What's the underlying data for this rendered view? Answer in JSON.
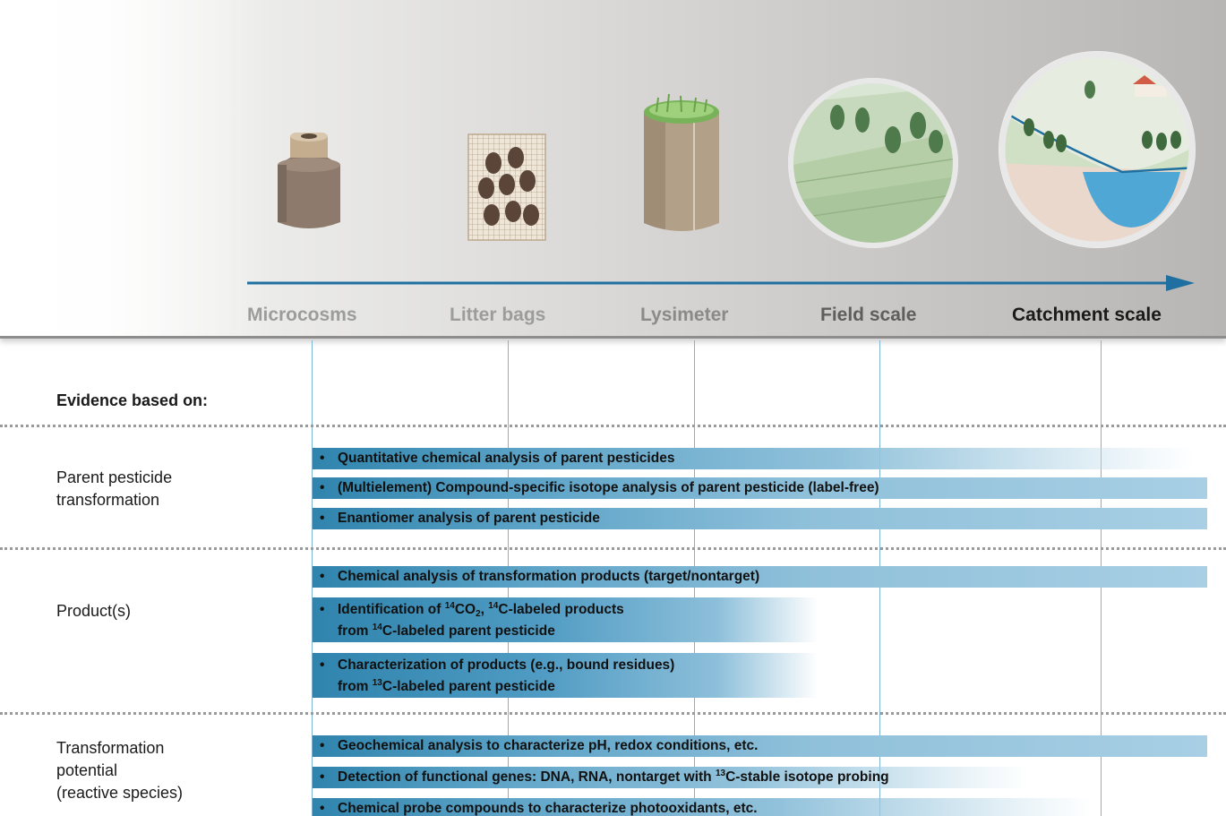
{
  "scales": [
    {
      "label": "Microcosms",
      "color": "#9c9c9c",
      "icon": "microcosm-icon"
    },
    {
      "label": "Litter bags",
      "color": "#9c9c9c",
      "icon": "litter-bag-icon"
    },
    {
      "label": "Lysimeter",
      "color": "#8a8a8a",
      "icon": "lysimeter-icon"
    },
    {
      "label": "Field scale",
      "color": "#5e5e5e",
      "icon": "field-scale-icon"
    },
    {
      "label": "Catchment scale",
      "color": "#1a1a1a",
      "icon": "catchment-scale-icon"
    }
  ],
  "evidence_title": "Evidence based on:",
  "categories": [
    {
      "label_lines": [
        "Parent pesticide",
        "transformation"
      ],
      "methods": [
        {
          "bullet": "•",
          "text": "Quantitative chemical analysis of parent pesticides"
        },
        {
          "bullet": "•",
          "text": "(Multielement) Compound-specific isotope analysis of parent pesticide (label-free)"
        },
        {
          "bullet": "•",
          "text": "Enantiomer analysis of parent pesticide"
        }
      ]
    },
    {
      "label_lines": [
        "Product(s)"
      ],
      "methods": [
        {
          "bullet": "•",
          "text": "Chemical analysis of transformation products (target/nontarget)"
        },
        {
          "bullet": "•",
          "parts": [
            "Identification of ",
            "14",
            "CO",
            "2",
            ", ",
            "14",
            "C-labeled products"
          ],
          "line2": [
            "from ",
            "14",
            "C-labeled parent pesticide"
          ]
        },
        {
          "bullet": "•",
          "text": "Characterization of products (e.g., bound residues)",
          "line2": [
            "from ",
            "13",
            "C-labeled parent pesticide"
          ]
        }
      ]
    },
    {
      "label_lines": [
        "Transformation",
        "potential",
        "(reactive species)"
      ],
      "methods": [
        {
          "bullet": "•",
          "text": "Geochemical analysis to characterize pH, redox conditions, etc."
        },
        {
          "bullet": "•",
          "parts": [
            "Detection of functional genes: DNA, RNA, nontarget with ",
            "13",
            "C-stable isotope probing"
          ]
        },
        {
          "bullet": "•",
          "text": "Chemical probe compounds to characterize photooxidants, etc."
        }
      ]
    }
  ],
  "colors": {
    "bar_dark": "#2f84ad",
    "bar_light": "#a8cfe4",
    "arrow": "#1f6fa0",
    "guide_line": "#7fb3cf"
  }
}
